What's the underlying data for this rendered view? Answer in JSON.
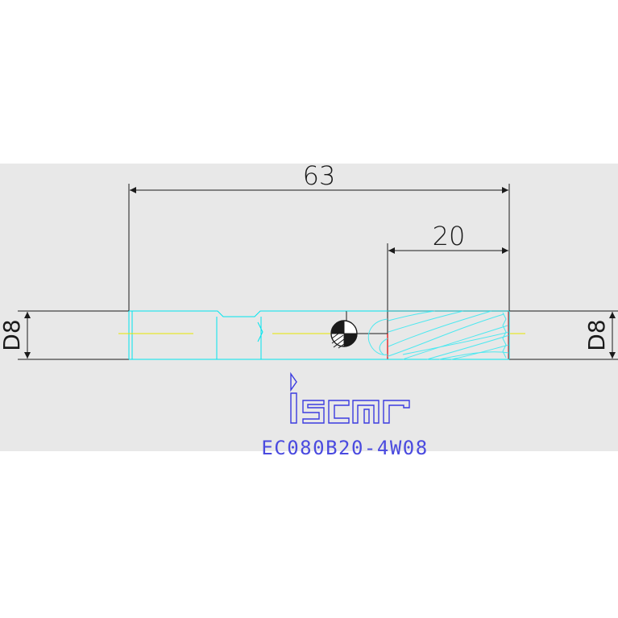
{
  "dimensions": {
    "overall_length": "63",
    "flute_length": "20",
    "left_diameter": "D8",
    "right_diameter": "D8"
  },
  "brand": {
    "logo_text": "iscar",
    "logo_color": "#3a3ae0"
  },
  "model": {
    "code": "EC080B20-4W08",
    "color": "#4a4adf"
  },
  "colors": {
    "tool_outline": "#00e5ee",
    "centerline": "#e6e600",
    "cutting_zone_outline": "#e00000",
    "dimension_lines": "#1a1a1a",
    "background_band": "#e8e8e8"
  }
}
